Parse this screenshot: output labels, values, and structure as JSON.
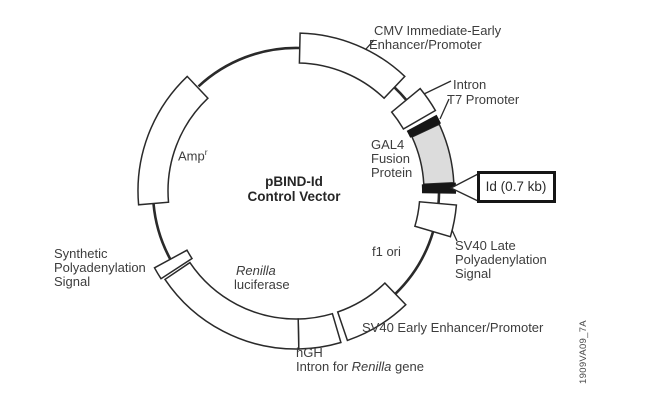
{
  "title": {
    "line1": "pBIND-Id",
    "line2": "Control Vector"
  },
  "labels": {
    "cmv": {
      "line1": "CMV Immediate-Early",
      "line2": "Enhancer/Promoter"
    },
    "intron": "Intron",
    "t7": "T7 Promoter",
    "gal4": {
      "line1": "GAL4",
      "line2": "Fusion",
      "line3": "Protein"
    },
    "id_insert": "Id (0.7 kb)",
    "sv40_late": {
      "line1": "SV40 Late",
      "line2": "Polyadenylation",
      "line3": "Signal"
    },
    "f1_ori": "f1 ori",
    "sv40_early": "SV40 Early Enhancer/Promoter",
    "hgh": {
      "line1": "hGH",
      "line2_prefix": "Intron for ",
      "line2_italic": "Renilla",
      "line2_suffix": " gene"
    },
    "renilla": {
      "line1_italic": "Renilla",
      "line2": "luciferase"
    },
    "syn_polya": {
      "line1": "Synthetic",
      "line2": "Polyadenylation",
      "line3": "Signal"
    },
    "amp": {
      "base": "Amp",
      "sup": "r"
    }
  },
  "figure_code": "1909VA09_7A",
  "colors": {
    "line": "#2a2a2a",
    "text": "#3d3d3d",
    "gal4_fill": "#dcdcdc",
    "tick_fill": "#161616",
    "background": "#ffffff"
  }
}
